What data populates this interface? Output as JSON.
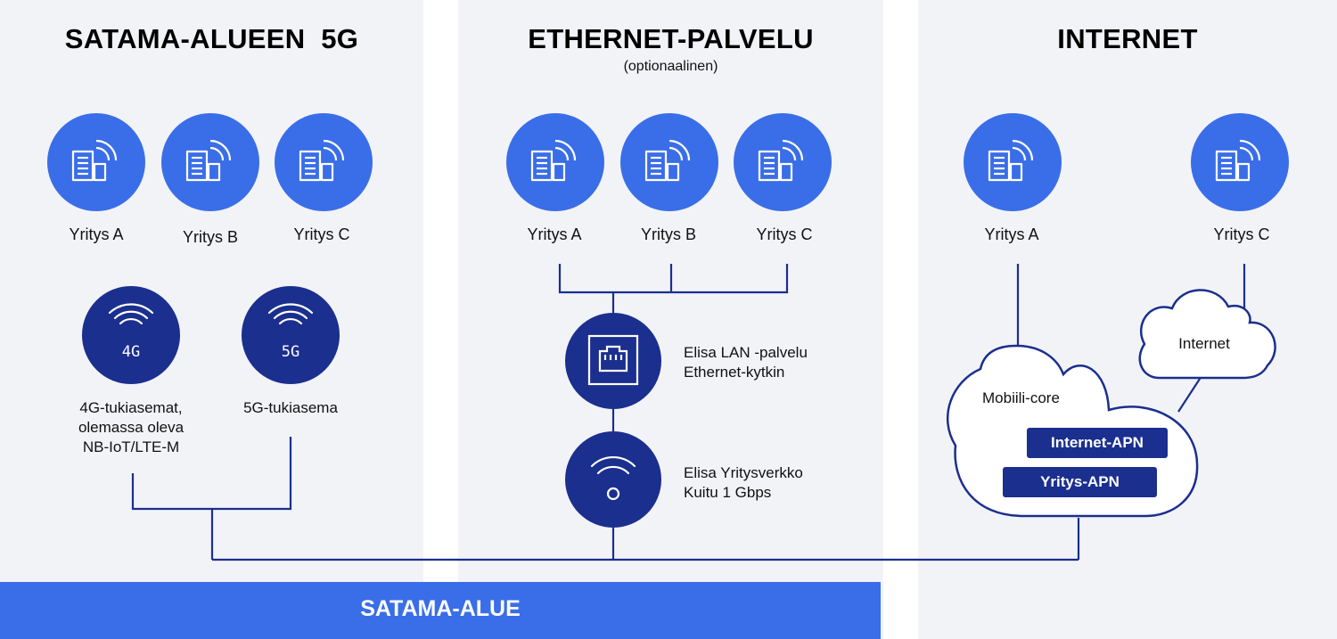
{
  "sections": {
    "satama_5g": {
      "title": "SATAMA-ALUEEN  5G"
    },
    "ethernet": {
      "title": "ETHERNET-PALVELU",
      "subtitle": "(optionaalinen)"
    },
    "internet": {
      "title": "INTERNET"
    }
  },
  "companies": {
    "s1": {
      "a": "Yritys A",
      "b": "Yritys B",
      "c": "Yritys C"
    },
    "s2": {
      "a": "Yritys A",
      "b": "Yritys B",
      "c": "Yritys C"
    },
    "s3": {
      "a": "Yritys A",
      "c": "Yritys C"
    }
  },
  "stations": {
    "g4_badge": "4G",
    "g5_badge": "5G",
    "g4_label": [
      "4G-tukiasemat,",
      "olemassa oleva",
      "NB-IoT/LTE-M"
    ],
    "g5_label": "5G-tukiasema"
  },
  "ethernet_services": {
    "lan": [
      "Elisa LAN -palvelu",
      "Ethernet-kytkin"
    ],
    "fiber": [
      "Elisa Yritysverkko",
      "Kuitu 1 Gbps"
    ]
  },
  "internet_section": {
    "cloud_label": "Internet",
    "core_label": "Mobiili-core",
    "apn_internet": "Internet-APN",
    "apn_company": "Yritys-APN"
  },
  "footer": {
    "label": "SATAMA-ALUE"
  },
  "colors": {
    "panel": "#f2f3f7",
    "company_circle": "#3a6ee8",
    "station_circle": "#1b2f8e",
    "line": "#1b2f8e",
    "bar": "#3a6ee8"
  }
}
